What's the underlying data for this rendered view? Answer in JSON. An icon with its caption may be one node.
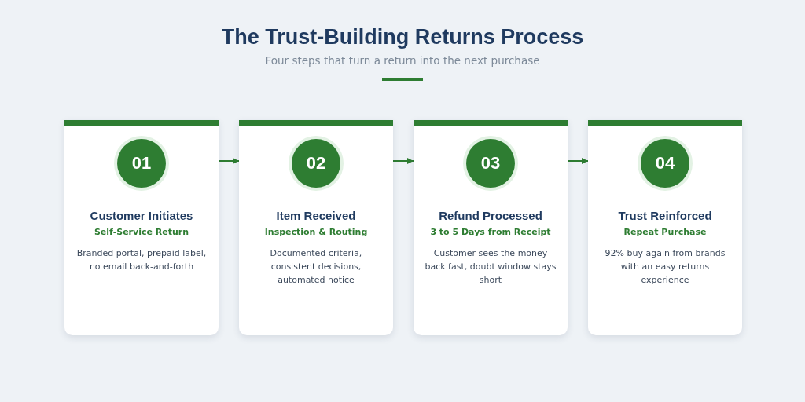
{
  "diagram": {
    "title": "The Trust-Building Returns Process",
    "nodes": [
      {
        "text": [
          "01",
          "Customer Initiates",
          "Self-Service Return",
          "Branded portal, prepaid label, no email back-and-forth"
        ]
      },
      {
        "text": [
          "02",
          "Item Received",
          "Inspection & Routing",
          "Documented criteria, consistent decisions, automated notice"
        ]
      },
      {
        "text": [
          "03",
          "Refund Processed",
          "3 to 5 Days from Receipt",
          "Customer sees the money back fast, doubt window stays short"
        ]
      },
      {
        "text": [
          "04",
          "Trust Reinforced",
          "Repeat Purchase",
          "92% buy again from brands with an easy returns experience"
        ]
      }
    ],
    "edges": [
      {
        "from": 0,
        "to": 1,
        "arrow": "to"
      },
      {
        "from": 1,
        "to": 2,
        "arrow": "to"
      },
      {
        "from": 2,
        "to": 3,
        "arrow": "to"
      }
    ],
    "labels": [
      "Four steps that turn a return into the next purchase"
    ]
  }
}
